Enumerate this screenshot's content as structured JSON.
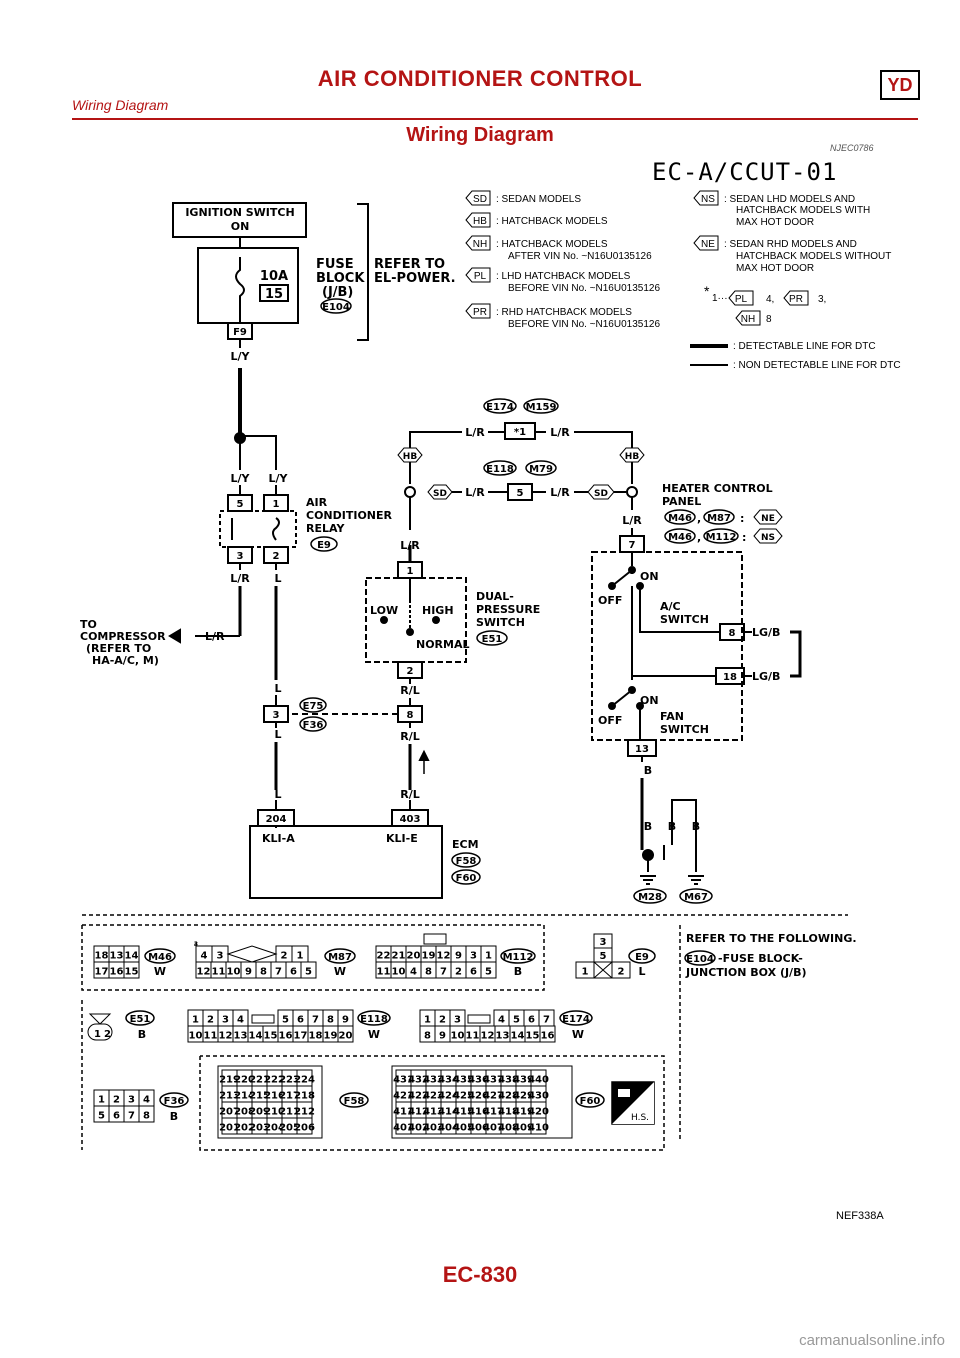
{
  "header": {
    "title": "AIR CONDITIONER CONTROL",
    "subtitle": "Wiring Diagram",
    "badge": "YD"
  },
  "section": {
    "heading": "Wiring Diagram",
    "code": "NJEC0786",
    "diagram_id": "EC-A/CCUT-01"
  },
  "legend": {
    "items": [
      {
        "abbr": "SD",
        "text": ": SEDAN MODELS"
      },
      {
        "abbr": "HB",
        "text": ": HATCHBACK MODELS"
      },
      {
        "abbr": "NH",
        "text": ": HATCHBACK MODELS",
        "text2": "AFTER VIN No. ~N16U0135126"
      },
      {
        "abbr": "PL",
        "text": ": LHD HATCHBACK MODELS",
        "text2": "BEFORE VIN No. ~N16U0135126"
      },
      {
        "abbr": "PR",
        "text": ": RHD HATCHBACK MODELS",
        "text2": "BEFORE VIN No. ~N16U0135126"
      },
      {
        "abbr": "NS",
        "text": ": SEDAN LHD MODELS AND",
        "text2": "HATCHBACK MODELS WITH",
        "text3": "MAX HOT DOOR"
      },
      {
        "abbr": "NE",
        "text": ": SEDAN RHD MODELS AND",
        "text2": "HATCHBACK MODELS WITHOUT",
        "text3": "MAX HOT DOOR"
      }
    ],
    "star": {
      "mark": "*",
      "sub": "1···",
      "pl": "4,",
      "pr": "3,",
      "nh": "8",
      "abbr_pl": "PL",
      "abbr_pr": "PR",
      "abbr_nh": "NH"
    },
    "detectable": ": DETECTABLE LINE FOR DTC",
    "non_detectable": ": NON DETECTABLE LINE FOR DTC"
  },
  "labels": {
    "ign1": "IGNITION SWITCH",
    "ign2": "ON",
    "fuse_amp": "10A",
    "fuse_no": "15",
    "fuse_l1": "FUSE",
    "fuse_l2": "BLOCK",
    "fuse_l3": "(J/B)",
    "fuse_conn": "E104",
    "refer1": "REFER TO",
    "refer2": "EL-POWER.",
    "f9": "F9",
    "ly": "L/Y",
    "lr": "L/R",
    "l": "L",
    "rl": "R/L",
    "b": "B",
    "lgb": "LG/B",
    "relay1": "AIR",
    "relay2": "CONDITIONER",
    "relay3": "RELAY",
    "relay_conn": "E9",
    "comp1": "TO",
    "comp2": "COMPRESSOR",
    "comp3": "(REFER TO",
    "comp4": "HA-A/C, M)",
    "e174": "E174",
    "m159": "M159",
    "e118": "E118",
    "m79": "M79",
    "star1": "*1",
    "five": "5",
    "hb": "HB",
    "sd": "SD",
    "hcp1": "HEATER CONTROL",
    "hcp2": "PANEL",
    "m46": "M46",
    "m87": "M87",
    "m112": "M112",
    "ne": "NE",
    "ns": "NS",
    "dual1": "DUAL-",
    "dual2": "PRESSURE",
    "dual3": "SWITCH",
    "dual_conn": "E51",
    "low": "LOW",
    "high": "HIGH",
    "normal": "NORMAL",
    "on": "ON",
    "off": "OFF",
    "ac1": "A/C",
    "ac2": "SWITCH",
    "fan1": "FAN",
    "fan2": "SWITCH",
    "e75": "E75",
    "f36": "F36",
    "pin204": "204",
    "pin403": "403",
    "klia": "KLI-A",
    "klie": "KLI-E",
    "ecm": "ECM",
    "f58": "F58",
    "f60": "F60",
    "m28": "M28",
    "m67": "M67",
    "p1": "1",
    "p2": "2",
    "p3": "3",
    "p5": "5",
    "p7": "7",
    "p8": "8",
    "p13": "13",
    "p18": "18"
  },
  "connectors": {
    "refer_follow": "REFER TO THE FOLLOWING.",
    "e104_text": "-FUSE BLOCK-",
    "jbox_text": "JUNCTION BOX (J/B)",
    "w": "W",
    "b": "B",
    "l": "L",
    "hs": "H.S.",
    "m46_top": [
      "18",
      "13",
      "14"
    ],
    "m46_bot": [
      "17",
      "16",
      "15"
    ],
    "m87_top": [
      "4",
      "3",
      "2",
      "1"
    ],
    "m87_bot": [
      "12",
      "11",
      "10",
      "9",
      "8",
      "7",
      "6",
      "5"
    ],
    "m112_top": [
      "22",
      "21",
      "20",
      "19",
      "12",
      "9",
      "3",
      "1"
    ],
    "m112_bot": [
      "11",
      "10",
      "4",
      "8",
      "7",
      "2",
      "6",
      "5"
    ],
    "e9_pins": [
      "3",
      "1",
      "5",
      "1",
      "2"
    ],
    "e51_pins": [
      "1",
      "2"
    ],
    "e118_top": [
      "1",
      "2",
      "3",
      "4",
      "5",
      "6",
      "7",
      "8",
      "9"
    ],
    "e118_bot": [
      "10",
      "11",
      "12",
      "13",
      "14",
      "15",
      "16",
      "17",
      "18",
      "19",
      "20"
    ],
    "e174_top": [
      "1",
      "2",
      "3",
      "4",
      "5",
      "6",
      "7"
    ],
    "e174_bot": [
      "8",
      "9",
      "10",
      "11",
      "12",
      "13",
      "14",
      "15",
      "16"
    ],
    "f36_top": [
      "1",
      "2",
      "3",
      "4"
    ],
    "f36_bot": [
      "5",
      "6",
      "7",
      "8"
    ],
    "f58_rows": [
      [
        "219",
        "220",
        "221",
        "222",
        "223",
        "224"
      ],
      [
        "213",
        "214",
        "215",
        "216",
        "217",
        "218"
      ],
      [
        "207",
        "208",
        "209",
        "210",
        "211",
        "212"
      ],
      [
        "201",
        "202",
        "203",
        "204",
        "205",
        "206"
      ]
    ],
    "f60_rows": [
      [
        "431",
        "432",
        "433",
        "434",
        "435",
        "436",
        "437",
        "438",
        "439",
        "440"
      ],
      [
        "421",
        "422",
        "423",
        "424",
        "425",
        "426",
        "427",
        "428",
        "429",
        "430"
      ],
      [
        "411",
        "412",
        "413",
        "414",
        "415",
        "416",
        "417",
        "418",
        "419",
        "420"
      ],
      [
        "401",
        "402",
        "403",
        "404",
        "405",
        "406",
        "407",
        "408",
        "409",
        "410"
      ]
    ]
  },
  "figure_ref": "NEF338A",
  "page_number": "EC-830",
  "watermark": "carmanualsonline.info"
}
